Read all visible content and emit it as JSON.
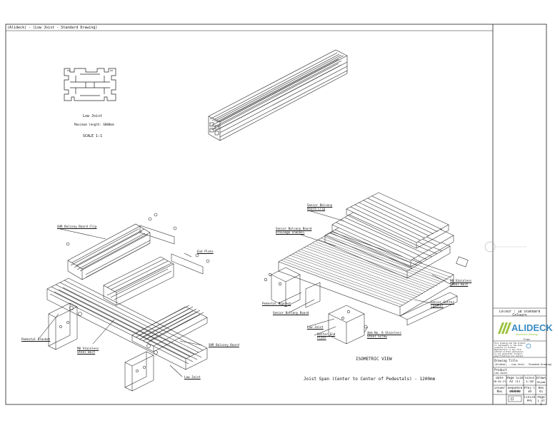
{
  "header": {
    "title": "(Alideck) - (Low Joist - Standard Drawing)"
  },
  "section": {
    "name": "Low Joist",
    "max_length": "Maximum length: 6000mm",
    "scale": "SCALE 1:1"
  },
  "labels": {
    "shr_clip": "SHR Balcony Board Clip",
    "end_plate": "End Plate",
    "pedestal_left": "Pedestal Bracket",
    "m8_left": "M8 Stainless Steel Bolt",
    "shr_board": "SHR Balcony Board",
    "low_joist_left": "Low Joist",
    "senior_clip": "Senior Balcony Board Clip",
    "senior_drainage": "Senior Balcony Board Drainage Channel",
    "m8_right": "M8 Stainless Steel Bolt",
    "pedestal_right": "Pedestal Bracket",
    "senior_board": "Senior Balcony Board",
    "senior_gutter": "Senior Gutter Channel",
    "low_joist_right": "Low Joist",
    "gutter_end_plate": "Gutter End Plate",
    "screw": "4mm No. 8 Stainless Steel Screw"
  },
  "iso_title": "ISOMETRIC VIEW",
  "joist_span": "Joist Span (Center to Center of Pedestals) - 1200mm",
  "title_block": {
    "colour": "Colour : 18 Standard Colours",
    "brand": "ALIDECK",
    "tagline": "Aluminium Decking",
    "from": "From",
    "note": "This drawing and the product it represents is the sole property of Alideck. Reproduction in any form without written permission is not permitted. Product specifications are subject to change without notice.",
    "drawing_title_label": "Drawing Title",
    "drawing_title": "(Alideck) - (Low Joist - Standard Drawing)",
    "product_label": "Product",
    "product": "Low Joist",
    "date_label": "Date",
    "date": "28-02-21",
    "page_size_label": "Page Size",
    "page_size": "A2 (L)",
    "scale_label": "Scale",
    "scale": "1:10",
    "drawn_label": "Drawn",
    "drawn": "Shyam",
    "issuer_label": "Issuer",
    "issuer": "NSL",
    "sequence_label": "Sequence",
    "sequence": "000000",
    "proj_label": "Proj'l",
    "proj": "3D",
    "rev_label": "Rev",
    "rev": "V1",
    "finish_label": "Finish",
    "finish": "PPC",
    "page_label": "Page",
    "page": "1 of 1"
  }
}
